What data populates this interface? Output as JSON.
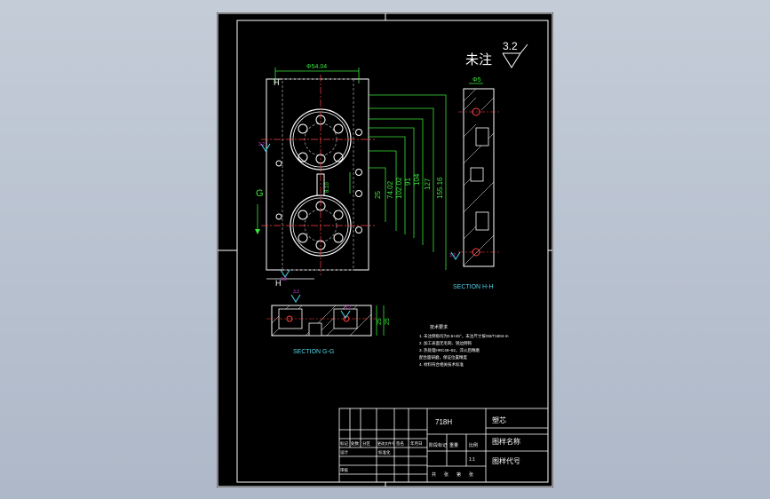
{
  "drawing": {
    "roughness_label": "未注",
    "roughness_value": "3.2",
    "views": {
      "top_view_dimension": "Φ54.04",
      "section_hh_top_dimension": "Φ5",
      "section_hh_label": "SECTION H-H",
      "section_gg_label": "SECTION G-G",
      "cut_letters": {
        "g": "G",
        "h_top": "H",
        "h_bottom": "H"
      },
      "vertical_dimensions": [
        "25",
        "74.02",
        "102.02",
        "91",
        "104",
        "127",
        "155.16"
      ],
      "small_dimension": "8.10",
      "gg_dimensions": [
        "25",
        "25"
      ]
    },
    "notes": {
      "title": "技术要求",
      "items": [
        "1. 未注倒角均为0.5×45°，未注尺寸按GB/T1804-m",
        "2. 加工表面无毛刺、锐边倒钝",
        "3. 热处理HRC48~52，淬火后精磨",
        "   配合面研磨，保证位置精度",
        "4. 材料符合相关技术标准"
      ]
    },
    "title_block": {
      "material": "718H",
      "part_name_label": "塑芯",
      "drawing_name_label": "图样名称",
      "drawing_code_label": "图样代号",
      "header_labels": [
        "标记",
        "处数",
        "分区",
        "更改文件号",
        "签名",
        "年月日"
      ],
      "stage_labels": [
        "阶段标记",
        "重量",
        "比例"
      ],
      "sheet_labels": [
        "共",
        "张",
        "第",
        "张"
      ],
      "designer_label": "设计",
      "checker_label": "审核",
      "standard_label": "标准化",
      "scale_value": "1:1"
    },
    "colors": {
      "background": "#000000",
      "frame": "#ffffff",
      "outline": "#ffffff",
      "dimension": "#39e639",
      "centerline": "#ff4040",
      "annotation": "#4fd2e8",
      "marker": "#e040e0"
    }
  }
}
